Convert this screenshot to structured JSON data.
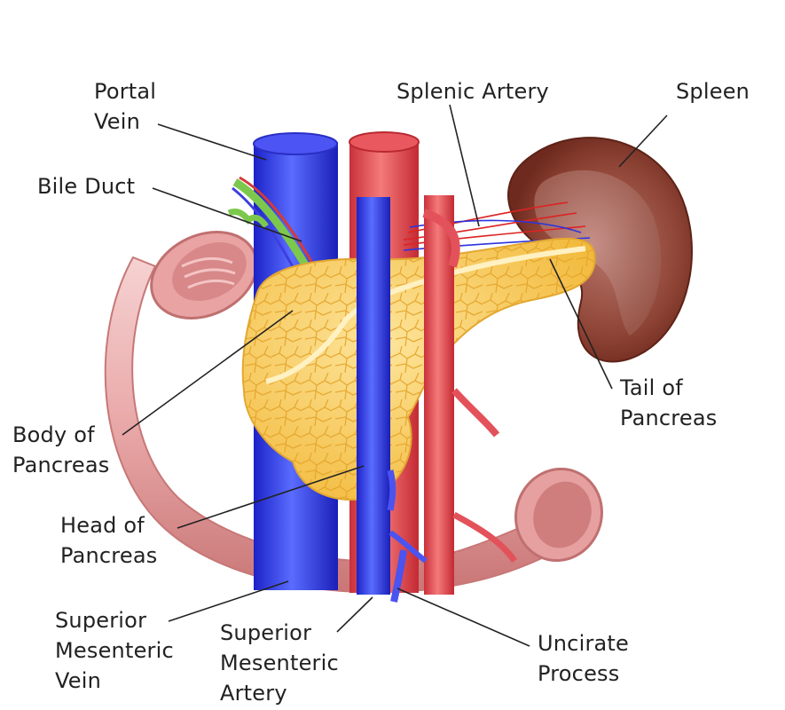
{
  "diagram": {
    "colors": {
      "vein": "#3b3ff0",
      "artery": "#e0474e",
      "pancreas": "#f7c94b",
      "spleen": "#8a3a2c",
      "duodenum": "#e8a3a3",
      "bile_duct": "#79c24a"
    },
    "labels": {
      "portal_vein": [
        "Portal",
        "Vein"
      ],
      "bile_duct": [
        "Bile Duct"
      ],
      "splenic_artery": [
        "Splenic Artery"
      ],
      "spleen": [
        "Spleen"
      ],
      "tail_of_pancreas": [
        "Tail of",
        "Pancreas"
      ],
      "body_of_pancreas": [
        "Body of",
        "Pancreas"
      ],
      "head_of_pancreas": [
        "Head of",
        "Pancreas"
      ],
      "superior_mesenteric_vein": [
        "Superior",
        "Mesenteric",
        "Vein"
      ],
      "superior_mesenteric_artery": [
        "Superior",
        "Mesenteric",
        "Artery"
      ],
      "uncirate_process": [
        "Uncirate",
        "Process"
      ]
    }
  }
}
